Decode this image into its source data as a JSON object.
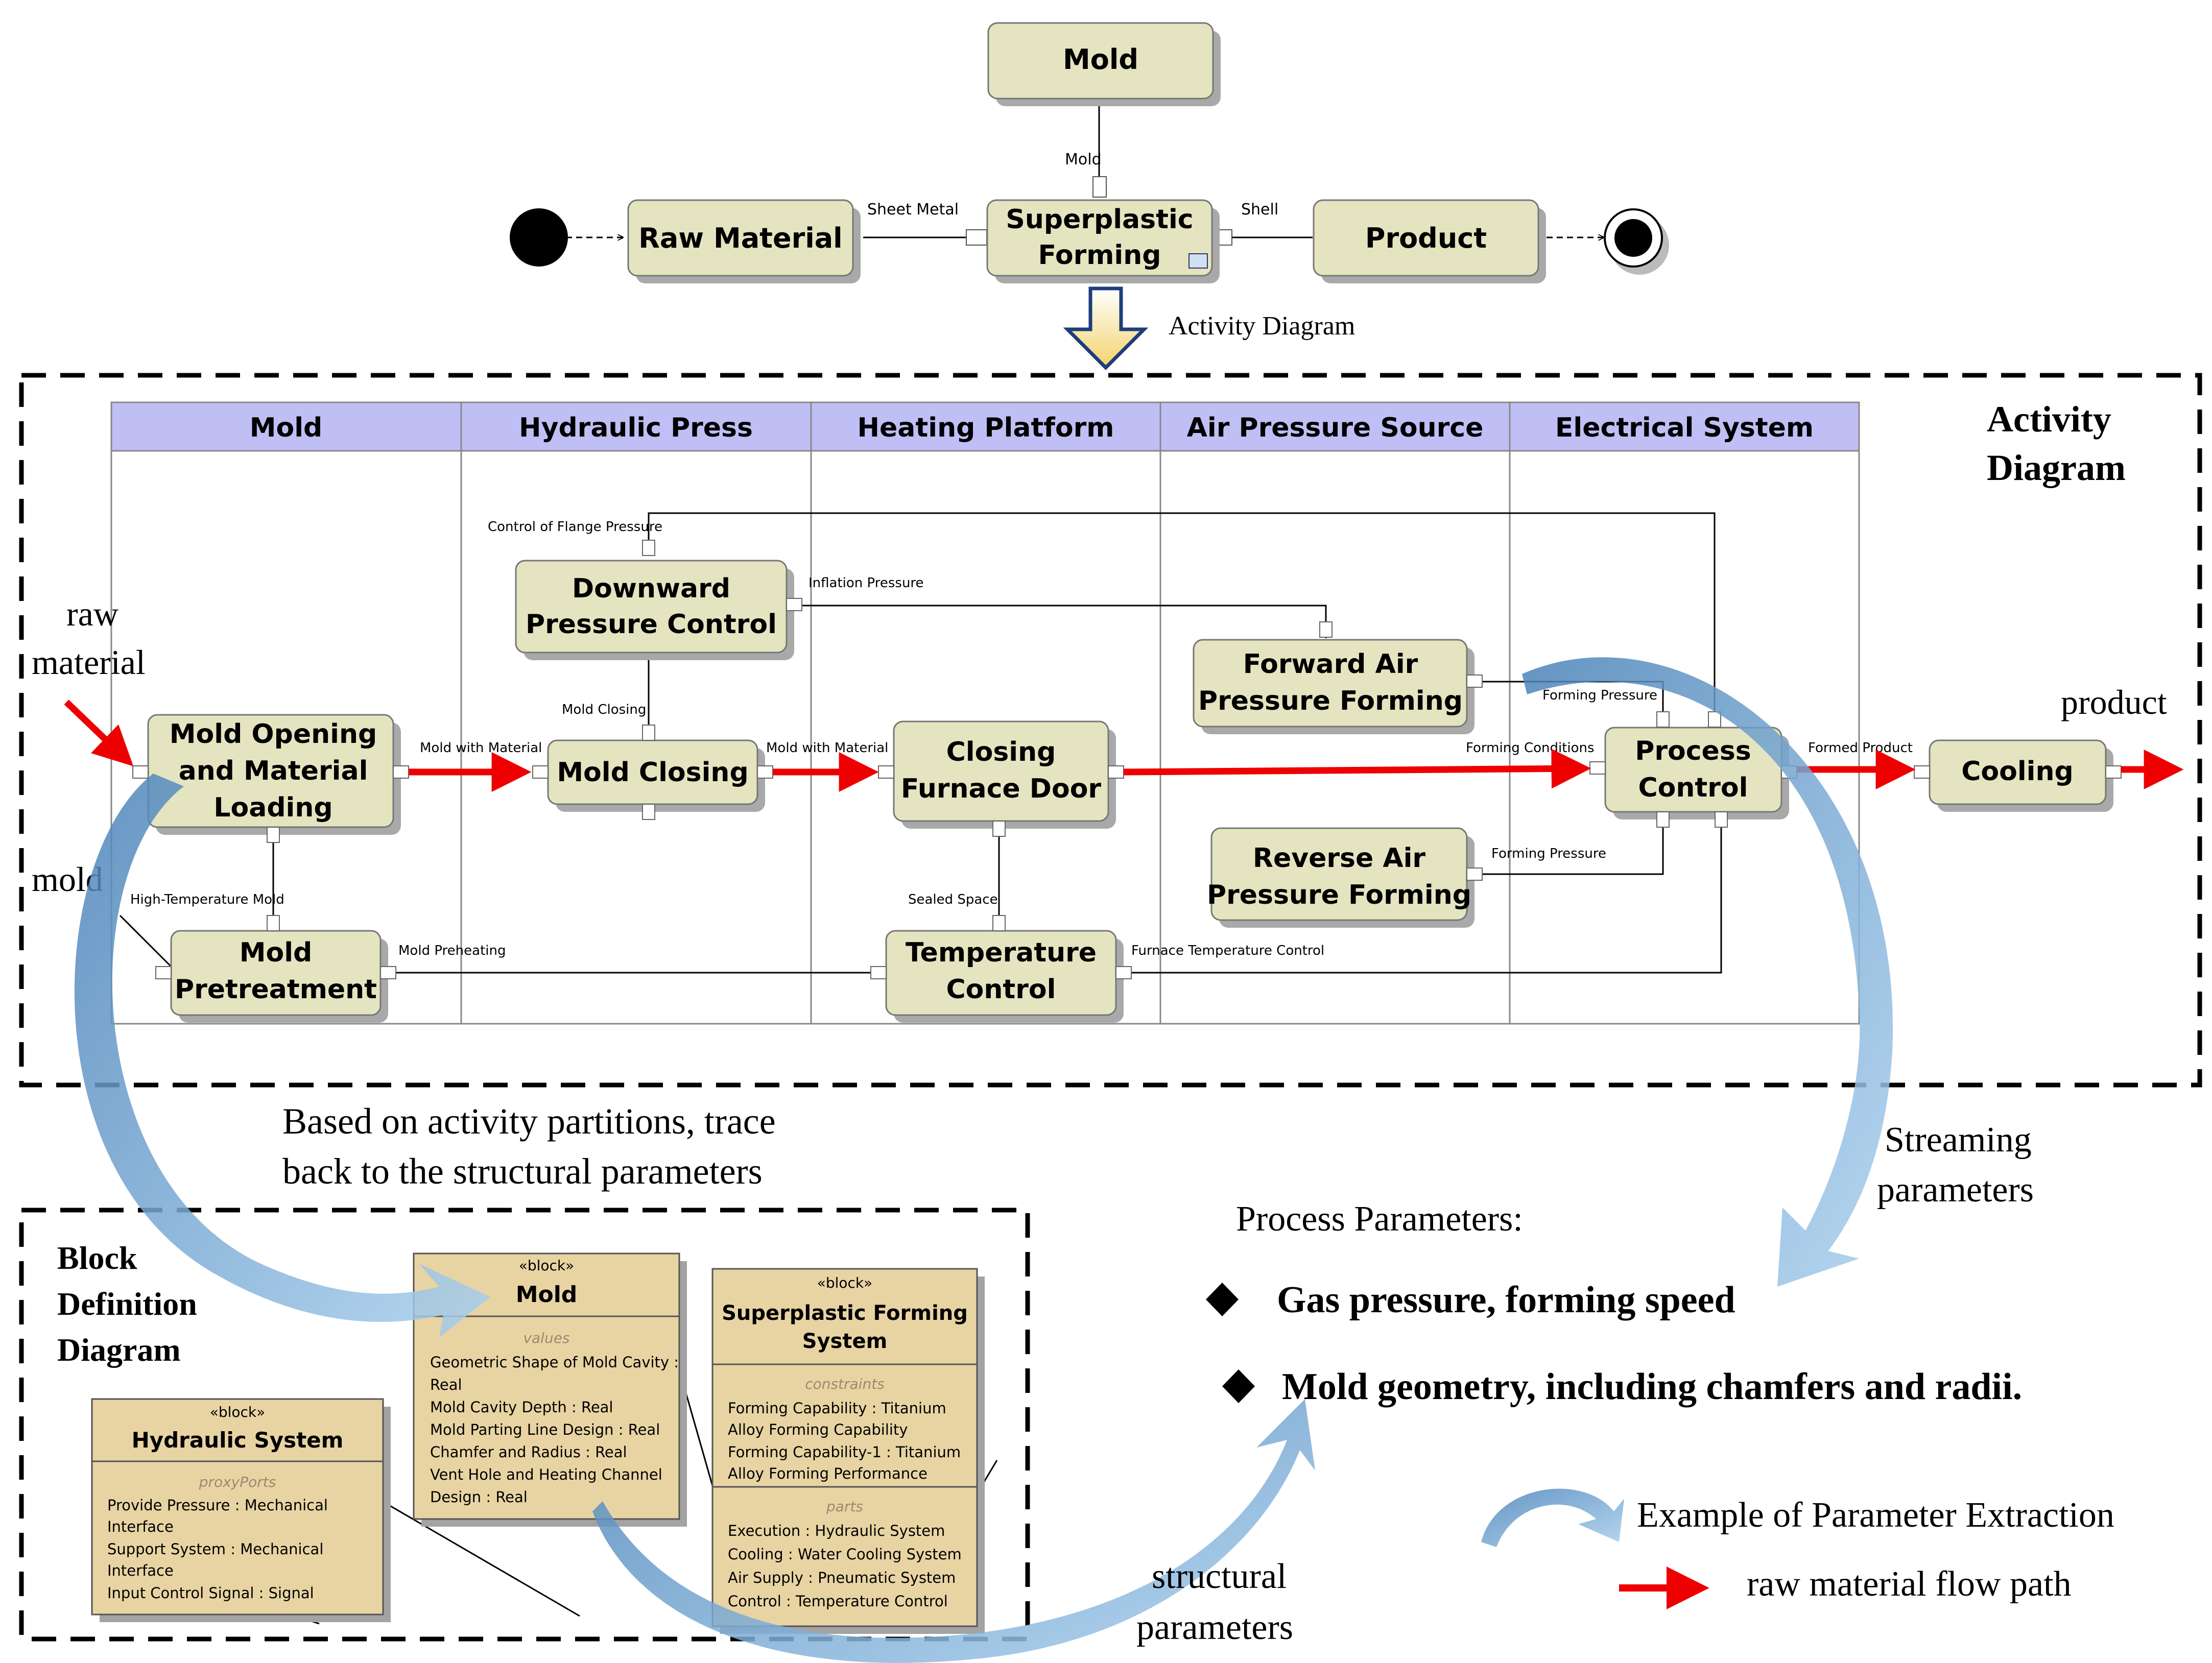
{
  "top_flow": {
    "mold": "Mold",
    "raw_material": "Raw Material",
    "forming_1": "Superplastic",
    "forming_2": "Forming",
    "product": "Product",
    "edge_mold": "Mold",
    "edge_sheet": "Sheet Metal",
    "edge_shell": "Shell",
    "arrow_caption": "Activity Diagram"
  },
  "activity": {
    "title_1": "Activity",
    "title_2": "Diagram",
    "swimlanes": [
      "Mold",
      "Hydraulic Press",
      "Heating Platform",
      "Air Pressure Source",
      "Electrical System"
    ],
    "actions": {
      "mold_opening": [
        "Mold Opening",
        "and Material",
        "Loading"
      ],
      "mold_closing": [
        "Mold Closing"
      ],
      "closing_furnace": [
        "Closing",
        "Furnace Door"
      ],
      "process_control": [
        "Process",
        "Control"
      ],
      "cooling": [
        "Cooling"
      ],
      "downward": [
        "Downward",
        "Pressure Control"
      ],
      "forward_air": [
        "Forward Air",
        "Pressure Forming"
      ],
      "reverse_air": [
        "Reverse Air",
        "Pressure Forming"
      ],
      "mold_pretreatment": [
        "Mold",
        "Pretreatment"
      ],
      "temperature_control": [
        "Temperature",
        "Control"
      ]
    },
    "flow_labels": {
      "control_flange": "Control of Flange Pressure",
      "inflation": "Inflation Pressure",
      "mold_closing": "Mold Closing",
      "mold_with_material_1": "Mold with Material",
      "mold_with_material_2": "Mold with Material",
      "forming_pressure_1": "Forming Pressure",
      "forming_conditions": "Forming Conditions",
      "formed_product": "Formed Product",
      "forming_pressure_2": "Forming Pressure",
      "high_temp_mold": "High-Temperature Mold",
      "sealed_space": "Sealed Space",
      "mold_preheating": "Mold Preheating",
      "furnace_temp_control": "Furnace Temperature Control"
    },
    "side_labels": {
      "raw_1": "raw",
      "raw_2": "material",
      "mold": "mold",
      "product": "product"
    }
  },
  "trace_text": [
    "Based on activity partitions, trace",
    "back to the structural parameters"
  ],
  "bdd": {
    "title": [
      "Block",
      "Definition",
      "Diagram"
    ],
    "mold_block": {
      "stereotype": "«block»",
      "name": "Mold",
      "section": "values",
      "lines": [
        "Geometric Shape of Mold Cavity :",
        "Real",
        "Mold Cavity Depth : Real",
        "Mold Parting Line Design : Real",
        "Chamfer and Radius : Real",
        "Vent Hole and Heating Channel",
        "Design : Real"
      ]
    },
    "sps_block": {
      "stereotype": "«block»",
      "name": [
        "Superplastic Forming",
        "System"
      ],
      "section1": "constraints",
      "lines1": [
        "Forming Capability : Titanium",
        "Alloy Forming Capability",
        "Forming Capability-1 : Titanium",
        "Alloy Forming Performance"
      ],
      "section2": "parts",
      "lines2": [
        "Execution : Hydraulic System",
        "Cooling : Water Cooling System",
        "Air Supply : Pneumatic System",
        "Control : Temperature Control"
      ]
    },
    "hyd_block": {
      "stereotype": "«block»",
      "name": "Hydraulic System",
      "section": "proxyPorts",
      "lines": [
        "Provide Pressure : Mechanical",
        "Interface",
        "Support System : Mechanical",
        "Interface",
        "Input Control Signal : Signal"
      ]
    }
  },
  "process_params": {
    "heading": "Process Parameters:",
    "item1": "Gas pressure, forming speed",
    "item2": "Mold geometry, including chamfers and radii."
  },
  "curve_labels": {
    "streaming_1": "Streaming",
    "streaming_2": "parameters",
    "structural_1": "structural",
    "structural_2": "parameters"
  },
  "legend": {
    "example": "Example of Parameter Extraction",
    "flow": "raw material flow path"
  },
  "colors": {
    "action_fill": "#e4e4c0",
    "lane_header": "#bfbff5",
    "block_fill": "#e8d4a3",
    "flow_red": "#ee0000",
    "curve_blue": "#8ab7dc"
  }
}
